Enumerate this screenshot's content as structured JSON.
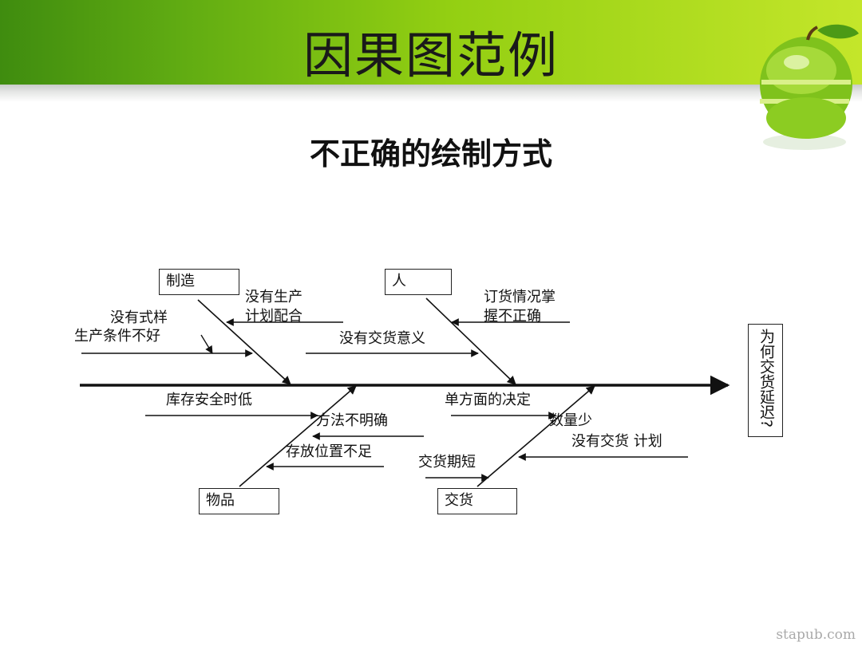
{
  "slide": {
    "title": "因果图范例",
    "subtitle": "不正确的绘制方式",
    "footer": "stapub.com"
  },
  "diagram": {
    "effect": "为何交货延迟?",
    "categories": {
      "manufacturing": "制造",
      "people": "人",
      "materials": "物品",
      "delivery": "交货"
    },
    "causes": {
      "no_production_plan_line1": "没有生产",
      "no_production_plan_line2": "计划配合",
      "no_sample_line1": "没有式样",
      "no_sample_line2": "生产条件不好",
      "order_status_line1": "订货情况掌",
      "order_status_line2": "握不正确",
      "no_delivery_awareness": "没有交货意义",
      "low_safety_stock": "库存安全时低",
      "unclear_method": "方法不明确",
      "insufficient_storage": "存放位置不足",
      "unilateral_decision": "单方面的决定",
      "small_quantity": "数量少",
      "no_delivery_plan": "没有交货 计划",
      "short_delivery_time": "交货期短"
    }
  },
  "colors": {
    "banner_dark": "#3f8c0f",
    "banner_light": "#c4e62a",
    "line": "#111111"
  }
}
